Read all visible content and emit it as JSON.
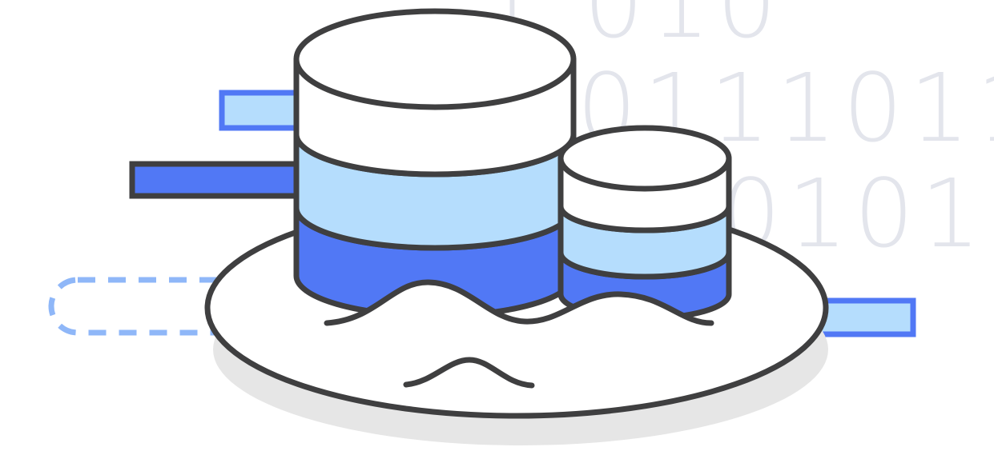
{
  "illustration": {
    "binary_rows": [
      "1 010",
      "0111011",
      "0101"
    ]
  },
  "colors": {
    "outline": "#3f3f40",
    "blue": "#5178f5",
    "light_blue": "#b5ddfd",
    "dashed_blue": "#8fb7f8",
    "binary_gray": "#e3e5ec",
    "shadow": "#e6e6e6",
    "white": "#ffffff"
  }
}
